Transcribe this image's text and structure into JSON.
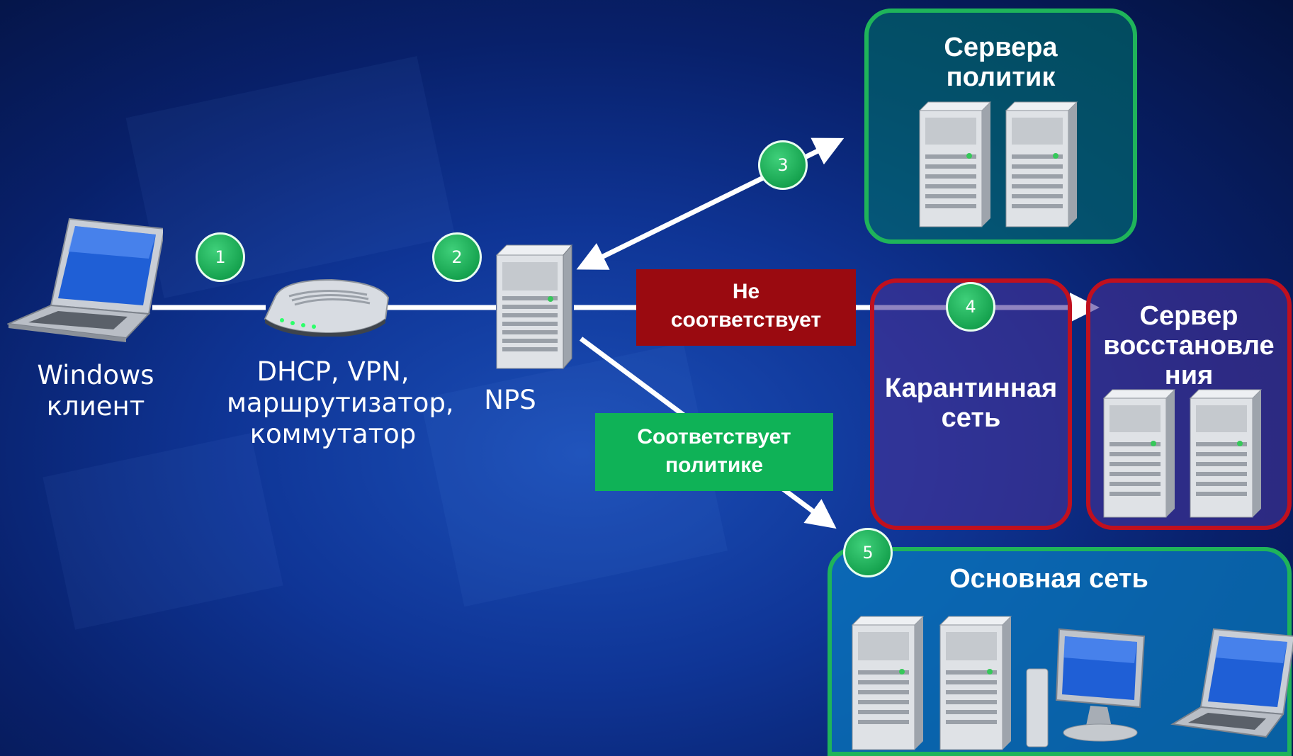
{
  "nodes": {
    "client": "Windows\nклиент",
    "router": "DHCP, VPN,\nмаршрутизатор,\nкоммутатор",
    "nps": "NPS"
  },
  "boxes": {
    "policy_servers": "Сервера\nполитик",
    "quarantine": "Карантинная\nсеть",
    "remediation": "Сервер\nвосстановле\nния",
    "main_network": "Основная сеть"
  },
  "labels": {
    "noncompliant": "Не\nсоответствует",
    "compliant": "Соответствует\nполитике"
  },
  "steps": [
    "1",
    "2",
    "3",
    "4",
    "5"
  ],
  "colors": {
    "green": "#1fb45a",
    "red": "#c0101e",
    "arrow": "#ffffff"
  }
}
